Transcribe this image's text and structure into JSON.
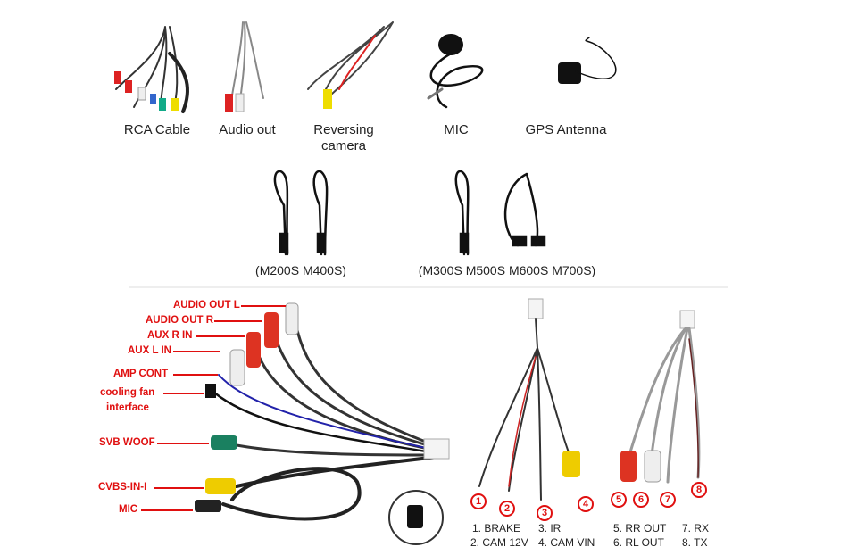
{
  "products": [
    "RCA Cable",
    "Audio out",
    "Reversing",
    "camera",
    "MIC",
    "GPS Antenna"
  ],
  "usb_groups": [
    "(M200S M400S)",
    "(M300S M500S M600S M700S)"
  ],
  "left_labels": [
    "AUDIO OUT L",
    "AUDIO OUT R",
    "AUX R IN",
    "AUX L IN",
    "AMP CONT",
    "cooling fan",
    "interface",
    "SVB WOOF",
    "CVBS-IN-I",
    "MIC"
  ],
  "numbers": [
    "1",
    "2",
    "3",
    "4",
    "5",
    "6",
    "7",
    "8"
  ],
  "legend": [
    "1. BRAKE",
    "2. CAM 12V",
    "3. IR",
    "4. CAM VIN",
    "5. RR OUT",
    "6. RL OUT",
    "7. RX",
    "8. TX"
  ],
  "colors": {
    "label": "#e01010",
    "divider": "#dddddd"
  }
}
